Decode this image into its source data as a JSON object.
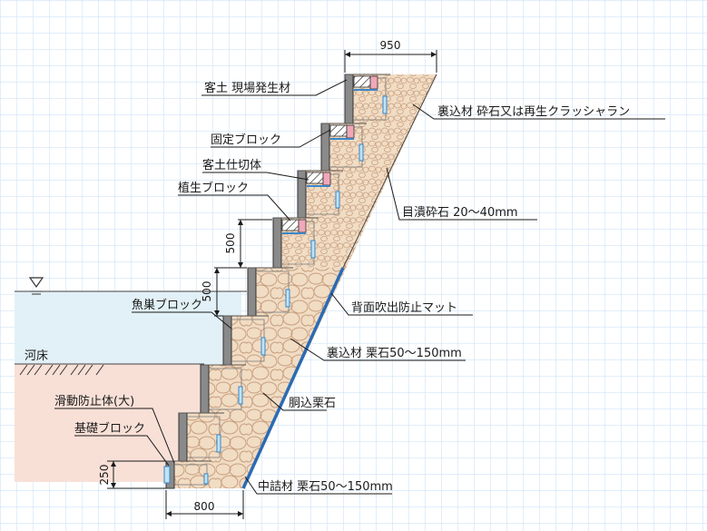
{
  "colors": {
    "background": "#ffffff",
    "grid": "#cfe3f6",
    "water": "#dff0f6",
    "riverbed": "#f7ddd3",
    "fill_stone": "#f1dcc4",
    "stone_stroke": "#c8a07f",
    "concrete": "#8a8a8a",
    "mat_blue": "#2a6bb5",
    "pink_soil": "#f0a8b8",
    "partition": "#3a86c8"
  },
  "labels": {
    "dim_top": "950",
    "dim_500a": "500",
    "dim_500b": "500",
    "dim_250": "250",
    "dim_800": "800",
    "kyakudo": "客土 現場発生材",
    "urakomi_top": "裏込材 砕石又は再生クラッシャラン",
    "kotei": "固定ブロック",
    "shikiri": "客土仕切体",
    "mezumi": "目潰砕石 20～40mm",
    "shokusei": "植生ブロック",
    "haimen": "背面吹出防止マット",
    "gyosou": "魚巣ブロック",
    "kasho": "河床",
    "urakomi_low": "裏込材 栗石50～150mm",
    "dogome": "胴込栗石",
    "katsudo": "滑動防止体(大)",
    "kiso": "基礎ブロック",
    "nakazume": "中詰材 栗石50～150mm"
  }
}
